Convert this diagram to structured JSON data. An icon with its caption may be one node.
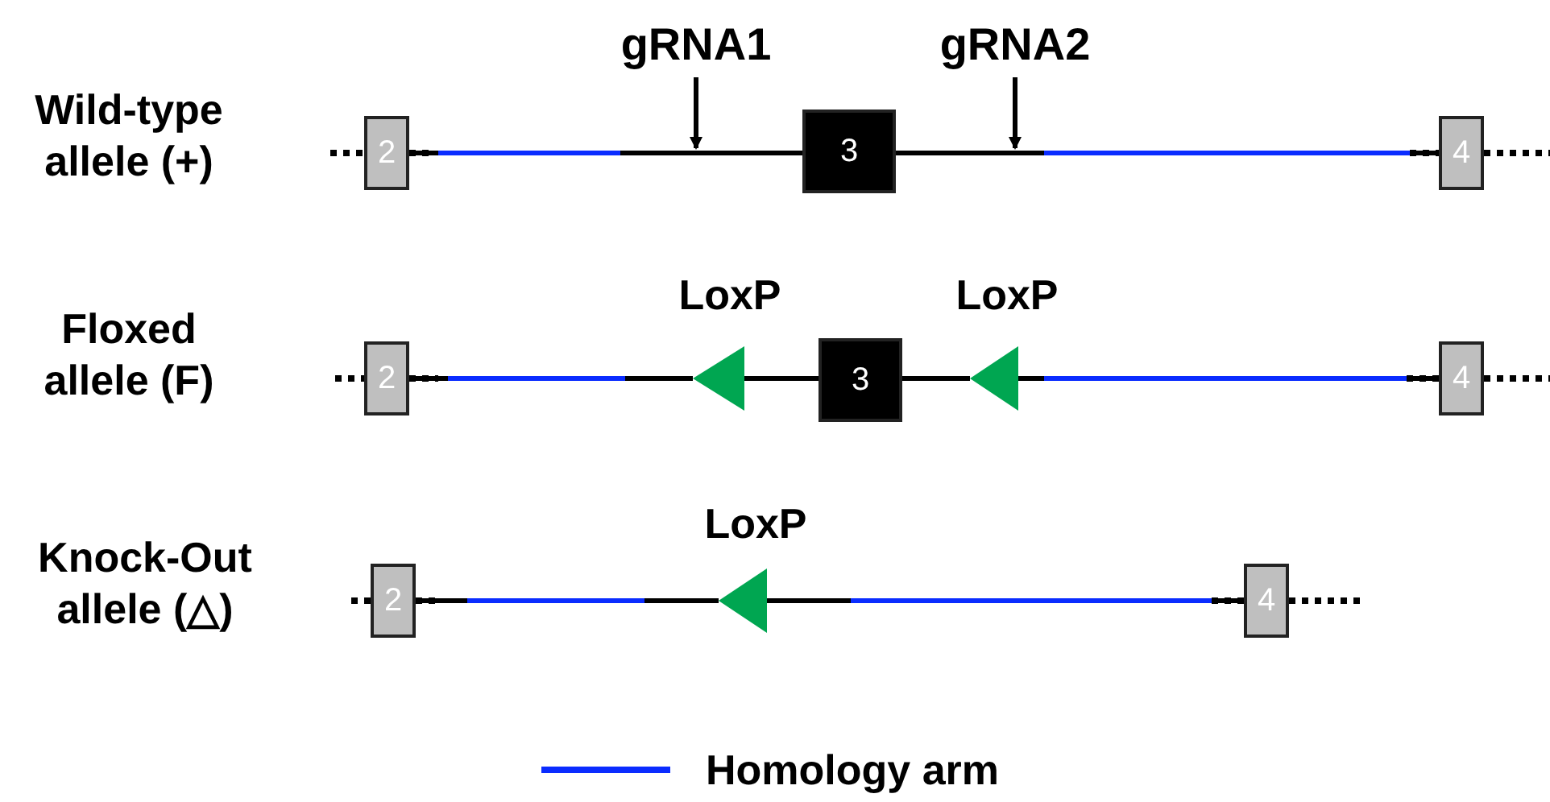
{
  "diagram": {
    "nodes": [
      {
        "text": [
          "gRNA1"
        ]
      },
      {
        "text": [
          "gRNA2"
        ]
      },
      {
        "text": [
          "2"
        ]
      },
      {
        "text": [
          "3"
        ]
      },
      {
        "text": [
          "4"
        ]
      },
      {
        "text": [
          "2"
        ]
      },
      {
        "text": [],
        "shape": "triangle",
        "beside": [
          "LoxP"
        ]
      },
      {
        "text": [
          "3"
        ]
      },
      {
        "text": [],
        "shape": "triangle",
        "beside": [
          "LoxP"
        ]
      },
      {
        "text": [
          "4"
        ]
      },
      {
        "text": [
          "2"
        ]
      },
      {
        "text": [],
        "shape": "triangle",
        "beside": [
          "LoxP"
        ]
      },
      {
        "text": [
          "4"
        ]
      }
    ],
    "edges": [
      {
        "from": 0,
        "to": null,
        "arrow": "to"
      },
      {
        "from": 1,
        "to": null,
        "arrow": "to"
      },
      {
        "from": 2,
        "to": 3,
        "arrow": "none"
      },
      {
        "from": 3,
        "to": 4,
        "arrow": "none"
      },
      {
        "from": 5,
        "to": 6,
        "arrow": "none"
      },
      {
        "from": 6,
        "to": 7,
        "arrow": "none"
      },
      {
        "from": 7,
        "to": 8,
        "arrow": "none"
      },
      {
        "from": 8,
        "to": 9,
        "arrow": "none"
      },
      {
        "from": 10,
        "to": 11,
        "arrow": "none"
      },
      {
        "from": 11,
        "to": 12,
        "arrow": "none"
      }
    ],
    "labels": [
      "Wild-type allele (+)",
      "Floxed allele (F)",
      "Knock-Out allele (△)"
    ],
    "legend": [
      {
        "text": "Homology arm"
      }
    ]
  }
}
